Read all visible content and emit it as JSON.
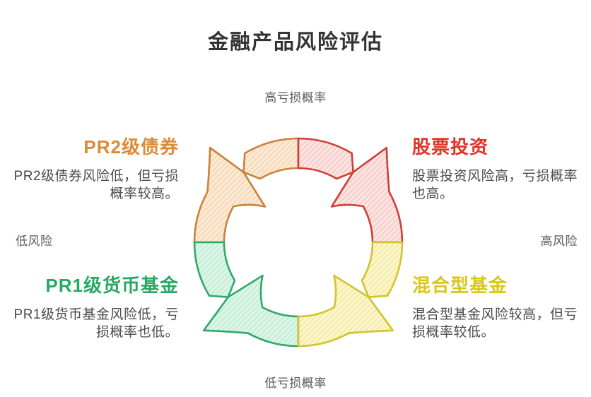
{
  "title": "金融产品风险评估",
  "axes": {
    "top": "高亏损概率",
    "bottom": "低亏损概率",
    "left": "低风险",
    "right": "高风险"
  },
  "quadrants": [
    {
      "id": "pr2-bonds",
      "position": "top-left",
      "heading": "PR2级债券",
      "description": "PR2级债券风险低，但亏损\n概率较高。",
      "heading_color": "#dd8a35",
      "stroke": "#c8823c",
      "fill": "#fcecd9",
      "hatch": "#f6dcbc"
    },
    {
      "id": "stock-investment",
      "position": "top-right",
      "heading": "股票投资",
      "description": "股票投资风险高，亏损概率\n也高。",
      "heading_color": "#e13329",
      "stroke": "#cf3e37",
      "fill": "#fce8e7",
      "hatch": "#f8d1cf"
    },
    {
      "id": "pr1-money-fund",
      "position": "bottom-left",
      "heading": "PR1级货币基金",
      "description": "PR1级货币基金风险低，亏\n损概率也低。",
      "heading_color": "#27a863",
      "stroke": "#31a86a",
      "fill": "#e0f7ea",
      "hatch": "#c7efd9"
    },
    {
      "id": "mixed-fund",
      "position": "bottom-right",
      "heading": "混合型基金",
      "description": "混合型基金风险较高，但亏\n损概率较低。",
      "heading_color": "#d9c716",
      "stroke": "#d1c42f",
      "fill": "#fcf8d4",
      "hatch": "#f5edab"
    }
  ]
}
